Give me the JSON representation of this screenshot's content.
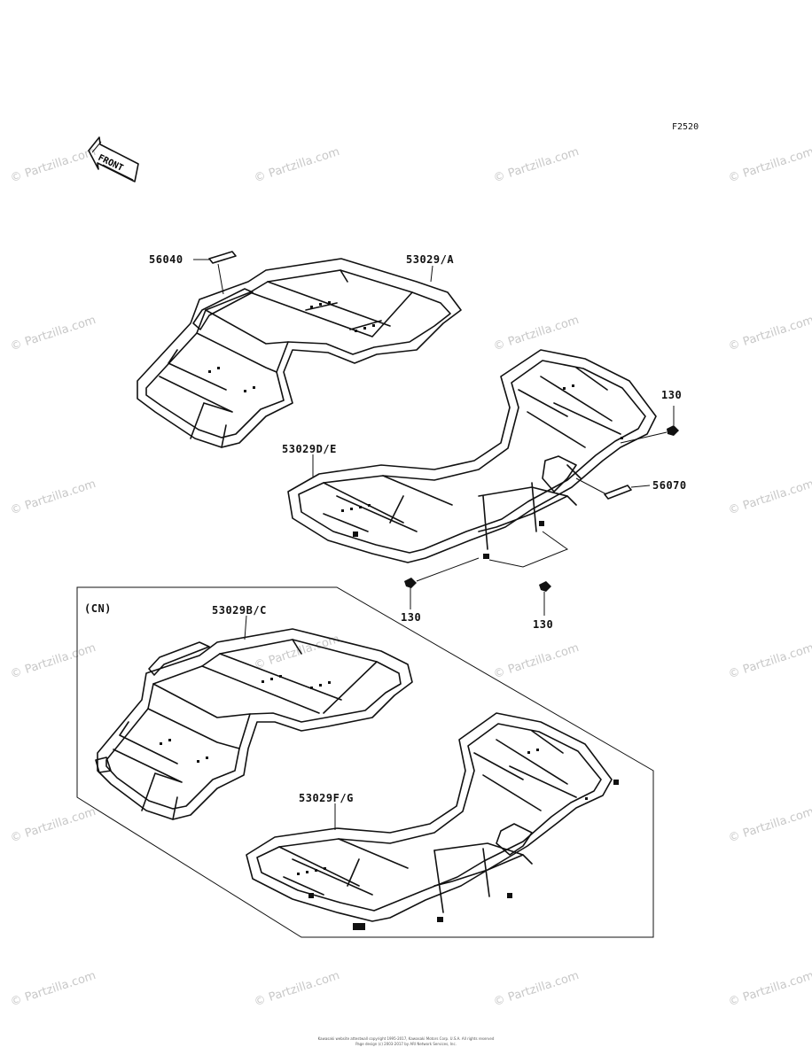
{
  "diagram": {
    "figure_code": "F2520",
    "front_arrow_label": "FRONT",
    "variant_label": "(CN)",
    "parts": {
      "sticker_front": "56040",
      "front_carrier": "53029/A",
      "rear_carrier": "53029D/E",
      "bolt_upper_right": "130",
      "sticker_rear": "56070",
      "bolt_lower_left": "130",
      "bolt_lower_right": "130",
      "front_carrier_cn": "53029B/C",
      "rear_carrier_cn": "53029F/G"
    }
  },
  "watermark": {
    "text": "© Partzilla.com"
  },
  "footer": {
    "line1": "Kawasaki  website  attestwall  copyright 1995-2017, Kawasaki Motors Corp. U.S.A.  All rights reserved",
    "line2": "Page design (c) 2003-2017 by ARI Network Services, Inc."
  }
}
